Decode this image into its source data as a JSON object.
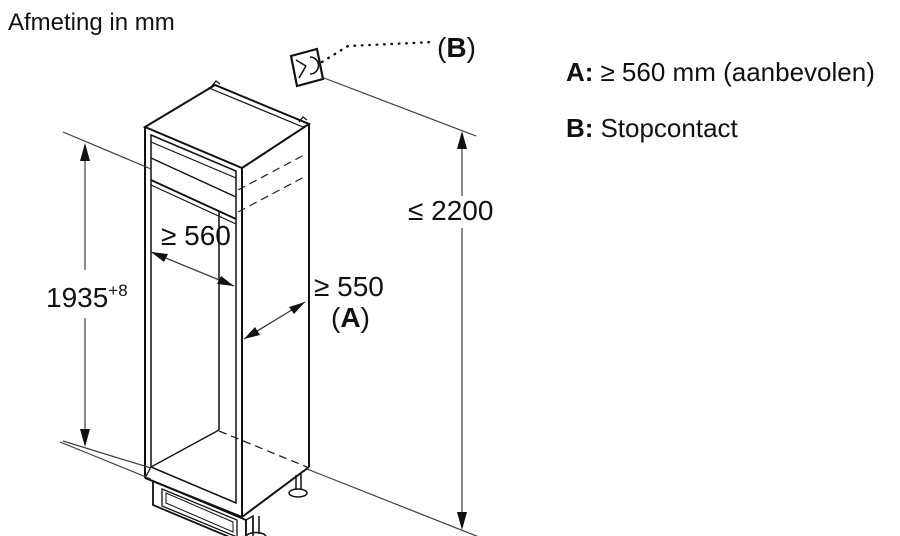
{
  "title": "Afmeting in mm",
  "diagram": {
    "niche_height": {
      "value": "1935",
      "tolerance": "+8"
    },
    "niche_width": "≥ 560",
    "niche_depth": "≥ 550",
    "depth_ref": {
      "open": "(",
      "letter": "A",
      "close": ")"
    },
    "socket_max_height": "≤ 2200",
    "socket_callout": {
      "open": "(",
      "letter": "B",
      "close": ")"
    }
  },
  "legend": {
    "rows": [
      {
        "key": "A:",
        "value": "≥ 560 mm (aanbevolen)"
      },
      {
        "key": "B:",
        "value": "Stopcontact"
      }
    ]
  },
  "colors": {
    "line": "#111111",
    "dimension_line": "#3d3d3d",
    "background": "#ffffff"
  }
}
